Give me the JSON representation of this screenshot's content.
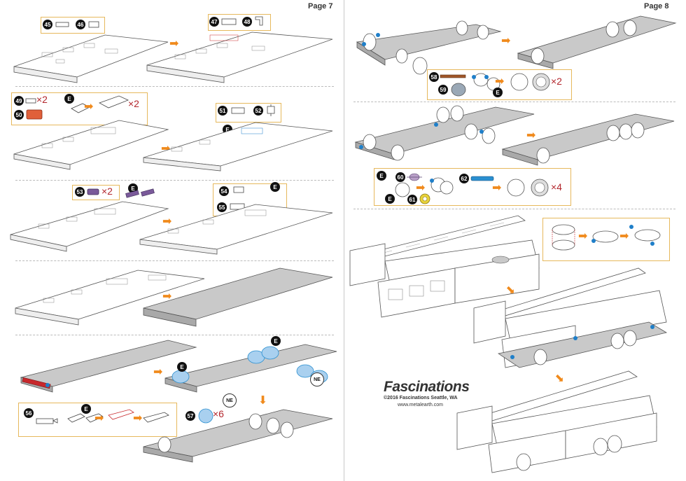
{
  "pages": {
    "left": {
      "label": "Page 7"
    },
    "right": {
      "label": "Page 8"
    }
  },
  "parts": {
    "p45": "45",
    "p46": "46",
    "p47": "47",
    "p48": "48",
    "p49": "49",
    "p50": "50",
    "p51": "51",
    "p52": "52",
    "p53": "53",
    "p54": "54",
    "p55": "55",
    "p56": "56",
    "p57": "57",
    "p58": "58",
    "p59": "59",
    "p60": "60",
    "p61": "61",
    "p62": "62"
  },
  "quantities": {
    "x2": "×2",
    "x6": "×6",
    "x4": "×4"
  },
  "badges": {
    "e": "E",
    "ne": "NE"
  },
  "brand": {
    "name": "Fascinations",
    "copyright": "©2016 Fascinations Seattle, WA",
    "website": "www.metalearth.com"
  },
  "colors": {
    "arrow": "#f08a1c",
    "callout_border": "#e6b85c",
    "quantity": "#b3272d",
    "part_red": "#c8282c",
    "part_blue": "#2a8fd0",
    "part_purple": "#7a5a9a",
    "part_brown": "#a0572a",
    "part_yellow": "#e8d23a",
    "dot_blue": "#1f7fc9"
  }
}
